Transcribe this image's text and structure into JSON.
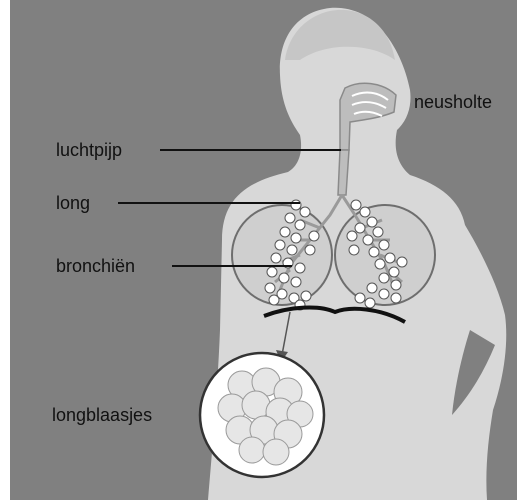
{
  "labels": {
    "neusholte": "neusholte",
    "luchtpijp": "luchtpijp",
    "long": "long",
    "bronchien": "bronchiën",
    "longblaasjes": "longblaasjes"
  },
  "colors": {
    "background": "#808080",
    "silhouette": "#d8d8d8",
    "airway": "#bdbdbd",
    "lung_outline": "#6e6e6e",
    "alveoli_fill": "#ffffff",
    "diaphragm": "#111111",
    "leader_line": "#111111"
  }
}
